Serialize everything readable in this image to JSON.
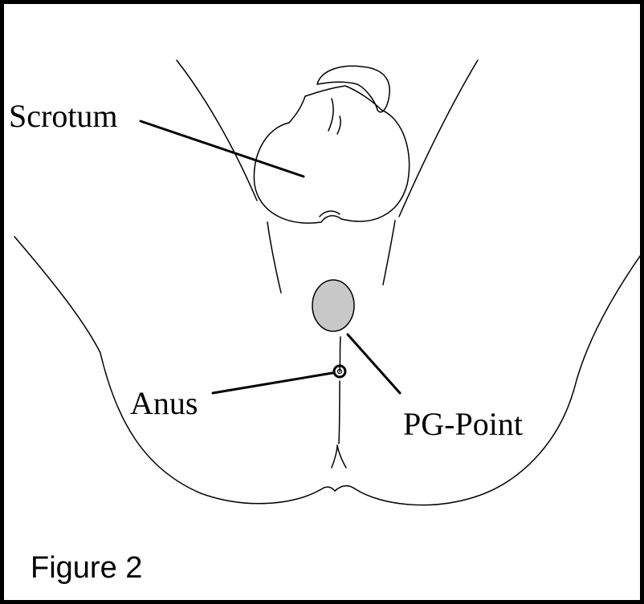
{
  "labels": {
    "scrotum": "Scrotum",
    "anus": "Anus",
    "pg_point": "PG-Point"
  },
  "caption": "Figure 2",
  "colors": {
    "stroke": "#000000",
    "pg_point_fill": "#c8c8c8",
    "background": "#ffffff",
    "frame": "#000000"
  }
}
